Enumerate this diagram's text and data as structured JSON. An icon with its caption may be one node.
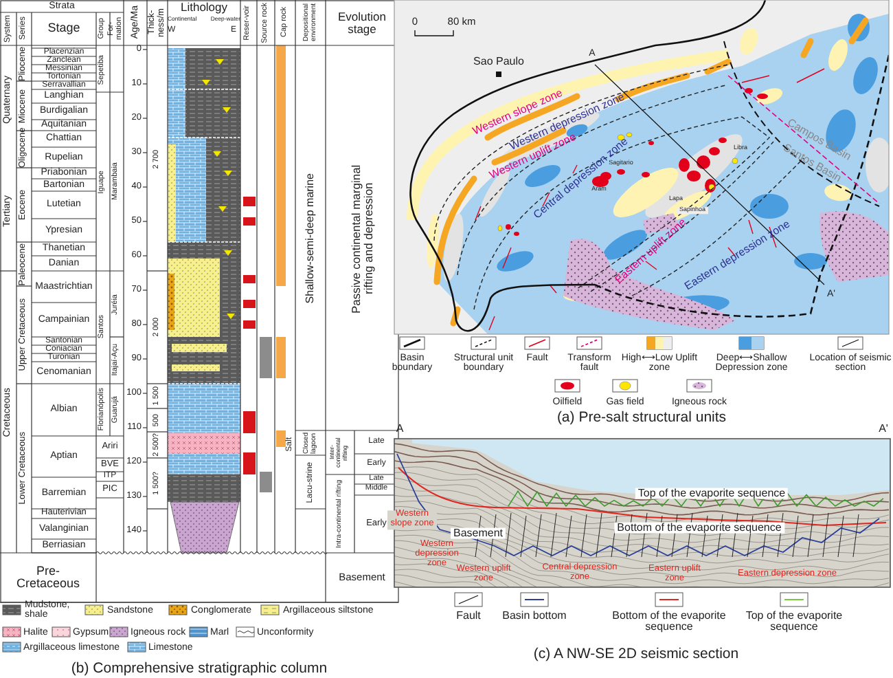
{
  "diagram": {
    "labels": [
      "Strata",
      "System",
      "Series",
      "Stage",
      "Group",
      "For-mation",
      "Age/Ma",
      "Thick-ness/m",
      "Lithology",
      "Continental",
      "Deep-water",
      "W",
      "E",
      "Reser-voir",
      "Source rock",
      "Cap rock",
      "Depositional environment",
      "Evolution stage",
      "Quaternary",
      "Tertiary",
      "Cretaceous",
      "Pliocene",
      "Miocene",
      "Oligocene",
      "Eocene",
      "Paleocene",
      "Upper Cretaceous",
      "Lower Cretaceous",
      "Placenzian",
      "Zanclean",
      "Messinian",
      "Tortonian",
      "Serravallian",
      "Langhian",
      "Burdigalian",
      "Aquitanian",
      "Chattian",
      "Rupelian",
      "Priabonian",
      "Bartonian",
      "Lutetian",
      "Ypresian",
      "Thanetian",
      "Danian",
      "Maastrichtian",
      "Campainian",
      "Santonian",
      "Coniacian",
      "Turonian",
      "Cenomanian",
      "Albian",
      "Aptian",
      "Barremian",
      "Hauterivian",
      "Valanginian",
      "Berriasian",
      "Pre-Cretaceous",
      "Sepetiba",
      "Iguape",
      "Santos",
      "Florianópolis",
      "Marambaia",
      "Juréia",
      "Itajaí-Açu",
      "Guarujá",
      "Ariri",
      "BVE",
      "ITP",
      "PIC",
      "0",
      "10",
      "20",
      "30",
      "40",
      "50",
      "60",
      "70",
      "80",
      "90",
      "100",
      "110",
      "120",
      "130",
      "140",
      "2 700",
      "2 000",
      "1 500",
      "500",
      "2 500?",
      "1 500?",
      "Salt",
      "Shallow-semi-deep marine",
      "Closed lagoon",
      "Lacu-strine",
      "Passive continental marginal rifting and depression",
      "Inter-continental rifting",
      "Late",
      "Early",
      "Intra-continental rifting",
      "Late",
      "Middle",
      "Early",
      "Basement",
      "(b) Comprehensive stratigraphic column",
      "0",
      "80 km",
      "Sao Paulo",
      "Western slope zone",
      "Western depression zone",
      "Western uplift zone",
      "Central depression zone",
      "Eastern uplift zone",
      "Eastern depression zone",
      "Campos Basin",
      "Santos Basin",
      "A",
      "A'",
      "Aram",
      "Sagitario",
      "Libra",
      "Lapa",
      "Sapinhoa",
      "(a) Pre-salt structural units",
      "A",
      "A'",
      "Top of the evaporite sequence",
      "Bottom of the evaporite sequence",
      "Basement",
      "Western slope zone",
      "Western depression zone",
      "Western uplift zone",
      "Central depression zone",
      "Eastern uplift zone",
      "Eastern depression zone",
      "(c) A NW-SE 2D seismic section"
    ],
    "legend": [
      {
        "text": "Mudstone, shale"
      },
      {
        "text": "Sandstone"
      },
      {
        "text": "Conglomerate"
      },
      {
        "text": "Argillaceous siltstone"
      },
      {
        "text": "Halite"
      },
      {
        "text": "Gypsum"
      },
      {
        "text": "Igneous rock"
      },
      {
        "text": "Marl"
      },
      {
        "text": "Unconformity"
      },
      {
        "text": "Argillaceous limestone"
      },
      {
        "text": "Limestone"
      },
      {
        "text": "Basin boundary"
      },
      {
        "text": "Structural unit boundary"
      },
      {
        "text": "Fault"
      },
      {
        "text": "Transform fault"
      },
      {
        "text": "High⟷Low Uplift zone"
      },
      {
        "text": "Deep⟷Shallow Depression zone"
      },
      {
        "text": "Location of seismic section"
      },
      {
        "text": "Oilfield"
      },
      {
        "text": "Gas field"
      },
      {
        "text": "Igneous rock"
      },
      {
        "text": "Fault"
      },
      {
        "text": "Basin bottom"
      },
      {
        "text": "Bottom of the evaporite sequence"
      },
      {
        "text": "Top of the evaporite sequence"
      }
    ]
  }
}
